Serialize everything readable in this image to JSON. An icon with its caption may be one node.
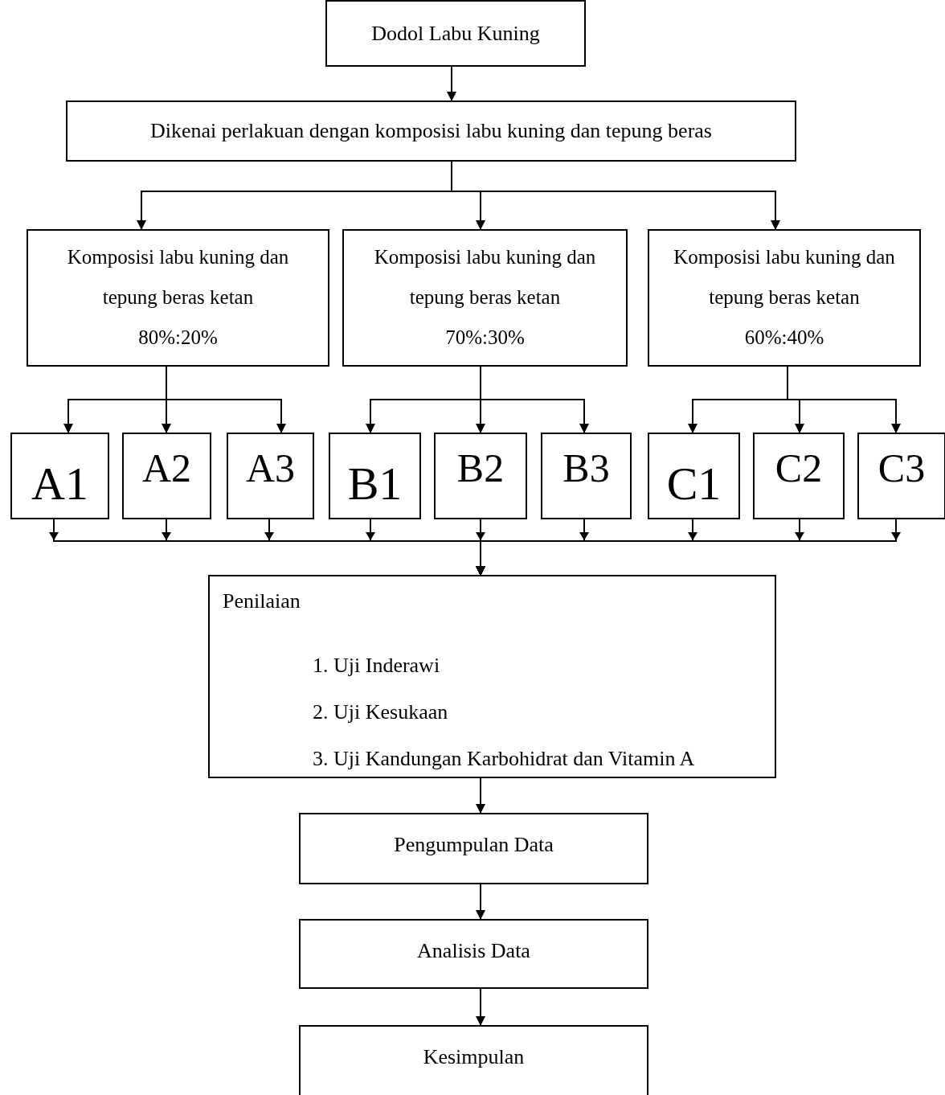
{
  "diagram": {
    "nodes": [
      {
        "text": [
          "Dodol Labu Kuning"
        ]
      },
      {
        "text": [
          "Dikenai perlakuan dengan komposisi labu kuning dan tepung beras"
        ]
      },
      {
        "text": [
          "Komposisi labu kuning dan tepung beras ketan",
          "80%:20%"
        ]
      },
      {
        "text": [
          "Komposisi labu kuning dan tepung beras ketan",
          "70%:30%"
        ]
      },
      {
        "text": [
          "Komposisi labu kuning dan tepung beras ketan",
          "60%:40%"
        ]
      },
      {
        "text": [
          "A1"
        ]
      },
      {
        "text": [
          "A2"
        ]
      },
      {
        "text": [
          "A3"
        ]
      },
      {
        "text": [
          "B1"
        ]
      },
      {
        "text": [
          "B2"
        ]
      },
      {
        "text": [
          "B3"
        ]
      },
      {
        "text": [
          "C1"
        ]
      },
      {
        "text": [
          "C2"
        ]
      },
      {
        "text": [
          "C3"
        ]
      },
      {
        "text": [
          "Penilaian",
          "1. Uji Inderawi",
          "2. Uji Kesukaan",
          "3. Uji Kandungan Karbohidrat dan Vitamin A"
        ]
      },
      {
        "text": [
          "Pengumpulan Data"
        ]
      },
      {
        "text": [
          "Analisis Data"
        ]
      },
      {
        "text": [
          "Kesimpulan"
        ]
      }
    ],
    "edges": [
      {
        "from": 0,
        "to": 1,
        "arrow": "to"
      },
      {
        "from": 1,
        "to": 2,
        "arrow": "to"
      },
      {
        "from": 1,
        "to": 3,
        "arrow": "to"
      },
      {
        "from": 1,
        "to": 4,
        "arrow": "to"
      },
      {
        "from": 2,
        "to": 5,
        "arrow": "to"
      },
      {
        "from": 2,
        "to": 6,
        "arrow": "to"
      },
      {
        "from": 2,
        "to": 7,
        "arrow": "to"
      },
      {
        "from": 3,
        "to": 8,
        "arrow": "to"
      },
      {
        "from": 3,
        "to": 9,
        "arrow": "to"
      },
      {
        "from": 3,
        "to": 10,
        "arrow": "to"
      },
      {
        "from": 4,
        "to": 11,
        "arrow": "to"
      },
      {
        "from": 4,
        "to": 12,
        "arrow": "to"
      },
      {
        "from": 4,
        "to": 13,
        "arrow": "to"
      },
      {
        "from": 5,
        "to": 14,
        "arrow": "to"
      },
      {
        "from": 6,
        "to": 14,
        "arrow": "to"
      },
      {
        "from": 7,
        "to": 14,
        "arrow": "to"
      },
      {
        "from": 8,
        "to": 14,
        "arrow": "to"
      },
      {
        "from": 9,
        "to": 14,
        "arrow": "to"
      },
      {
        "from": 10,
        "to": 14,
        "arrow": "to"
      },
      {
        "from": 11,
        "to": 14,
        "arrow": "to"
      },
      {
        "from": 12,
        "to": 14,
        "arrow": "to"
      },
      {
        "from": 13,
        "to": 14,
        "arrow": "to"
      },
      {
        "from": 14,
        "to": 15,
        "arrow": "to"
      },
      {
        "from": 15,
        "to": 16,
        "arrow": "to"
      },
      {
        "from": 16,
        "to": 17,
        "arrow": "to"
      }
    ]
  }
}
